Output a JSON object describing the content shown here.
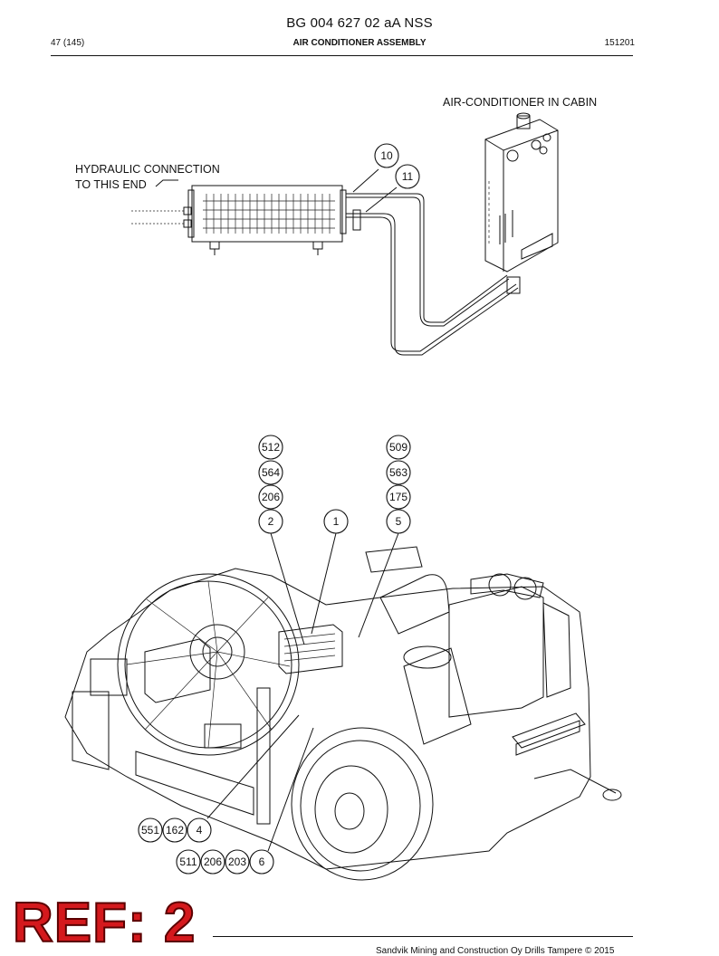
{
  "header": {
    "doc_number": "BG 004 627 02 aA NSS",
    "page": "47 (145)",
    "title": "AIR CONDITIONER ASSEMBLY",
    "date_code": "151201"
  },
  "labels": {
    "cabin": "AIR-CONDITIONER IN CABIN",
    "hydraulic_line1": "HYDRAULIC CONNECTION",
    "hydraulic_line2": "TO THIS END"
  },
  "callouts": {
    "c10": "10",
    "c11": "11",
    "c512": "512",
    "c564": "564",
    "c206a": "206",
    "c2": "2",
    "c1": "1",
    "c509": "509",
    "c563": "563",
    "c175": "175",
    "c5": "5",
    "c551": "551",
    "c162": "162",
    "c4": "4",
    "c511": "511",
    "c206b": "206",
    "c203": "203",
    "c6": "6"
  },
  "stamp": {
    "ref": "REF: 2"
  },
  "footer": {
    "copyright": "Sandvik Mining and Construction Oy Drills Tampere © 2015"
  }
}
